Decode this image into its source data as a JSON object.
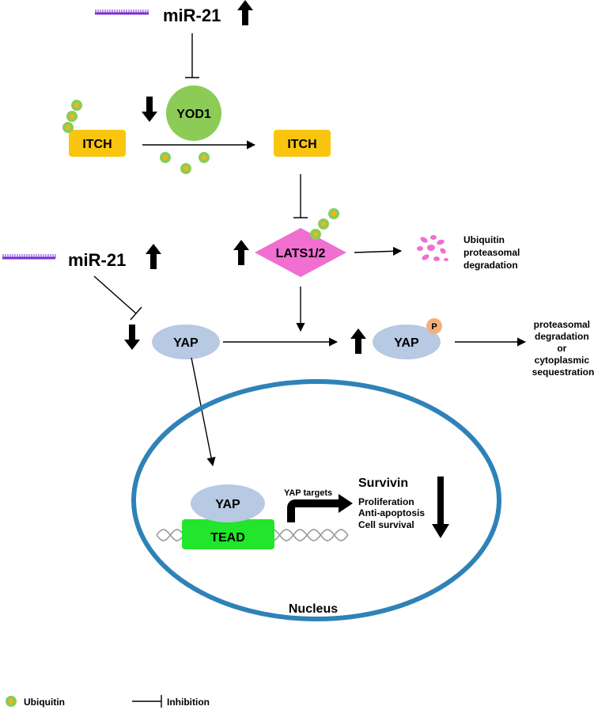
{
  "mir21_top": "miR-21",
  "mir21_mid": "miR-21",
  "yod1": "YOD1",
  "itch_left": "ITCH",
  "itch_right": "ITCH",
  "lats": "LATS1/2",
  "ubiq_deg": [
    "Ubiquitin",
    "proteasomal",
    "degradation"
  ],
  "yap_left": "YAP",
  "yap_p": "YAP",
  "p_label": "P",
  "yap_fate": [
    "proteasomal",
    "degradation",
    "or",
    "cytoplasmic",
    "sequestration"
  ],
  "yap_nuc": "YAP",
  "tead": "TEAD",
  "yap_targets": "YAP targets",
  "survivin": "Survivin",
  "effects": [
    "Proliferation",
    "Anti-apoptosis",
    "Cell survival"
  ],
  "nucleus": "Nucleus",
  "legend": {
    "ubiquitin": "Ubiquitin",
    "inhibition": "Inhibition"
  },
  "colors": {
    "itch": "#f9c50f",
    "yod1": "#8ccc56",
    "lats": "#f06fd1",
    "yap": "#b7c9e3",
    "tead": "#21e62c",
    "nucleus": "#2e82b8",
    "ubiquitin_outer": "#8ccc56",
    "ubiquitin_inner": "#f2b51b",
    "mirna": "#7a2fd1",
    "phospho": "#f5b07a"
  }
}
